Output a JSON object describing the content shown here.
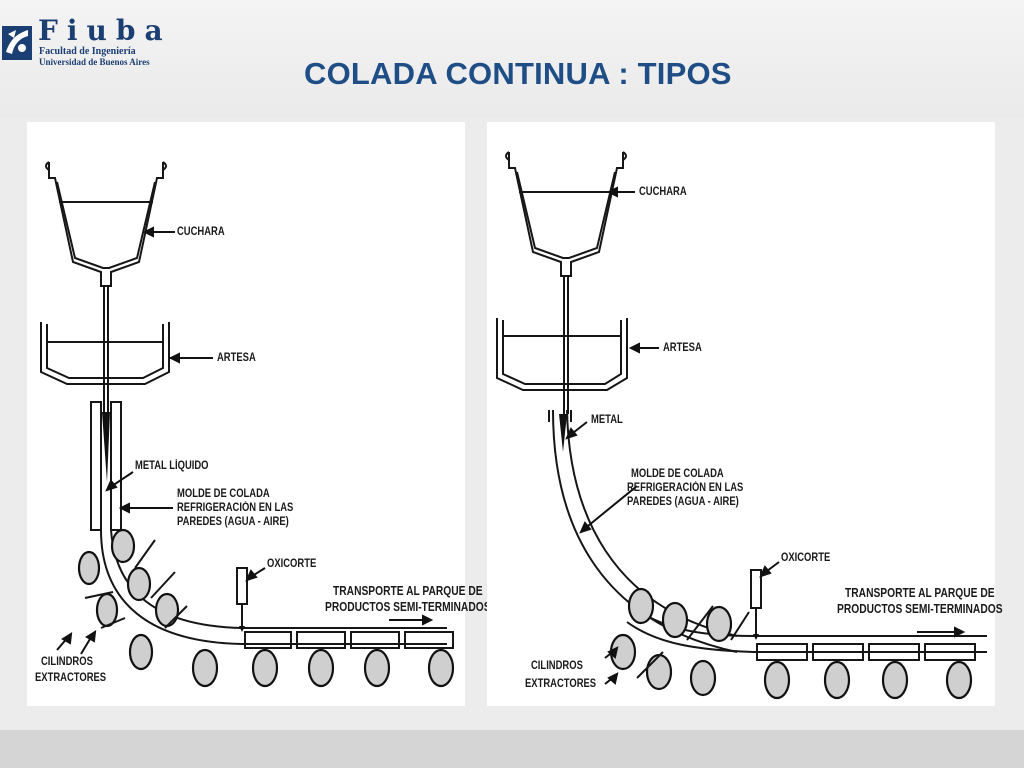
{
  "header": {
    "logo": {
      "word": "Fiuba",
      "line1": "Facultad de Ingeniería",
      "line2": "Universidad de Buenos Aires"
    },
    "title": "COLADA CONTINUA : TIPOS"
  },
  "diagram_left": {
    "labels": {
      "cuchara": "CUCHARA",
      "artesa": "ARTESA",
      "metal": "METAL LÍQUIDO",
      "molde_1": "MOLDE DE COLADA",
      "molde_2": "REFRIGERACIÓN EN LAS",
      "molde_3": "PAREDES (AGUA - AIRE)",
      "oxicorte": "OXICORTE",
      "transporte_1": "TRANSPORTE AL PARQUE DE",
      "transporte_2": "PRODUCTOS SEMI-TERMINADOS",
      "cilindros_1": "CILINDROS",
      "cilindros_2": "EXTRACTORES"
    }
  },
  "diagram_right": {
    "labels": {
      "cuchara": "CUCHARA",
      "artesa": "ARTESA",
      "metal": "METAL",
      "molde_1": "MOLDE DE COLADA",
      "molde_2": "REFRIGERACIÓN EN LAS",
      "molde_3": "PAREDES (AGUA - AIRE)",
      "oxicorte": "OXICORTE",
      "transporte_1": "TRANSPORTE AL PARQUE DE",
      "transporte_2": "PRODUCTOS SEMI-TERMINADOS",
      "cilindros_1": "CILINDROS",
      "cilindros_2": "EXTRACTORES"
    }
  }
}
